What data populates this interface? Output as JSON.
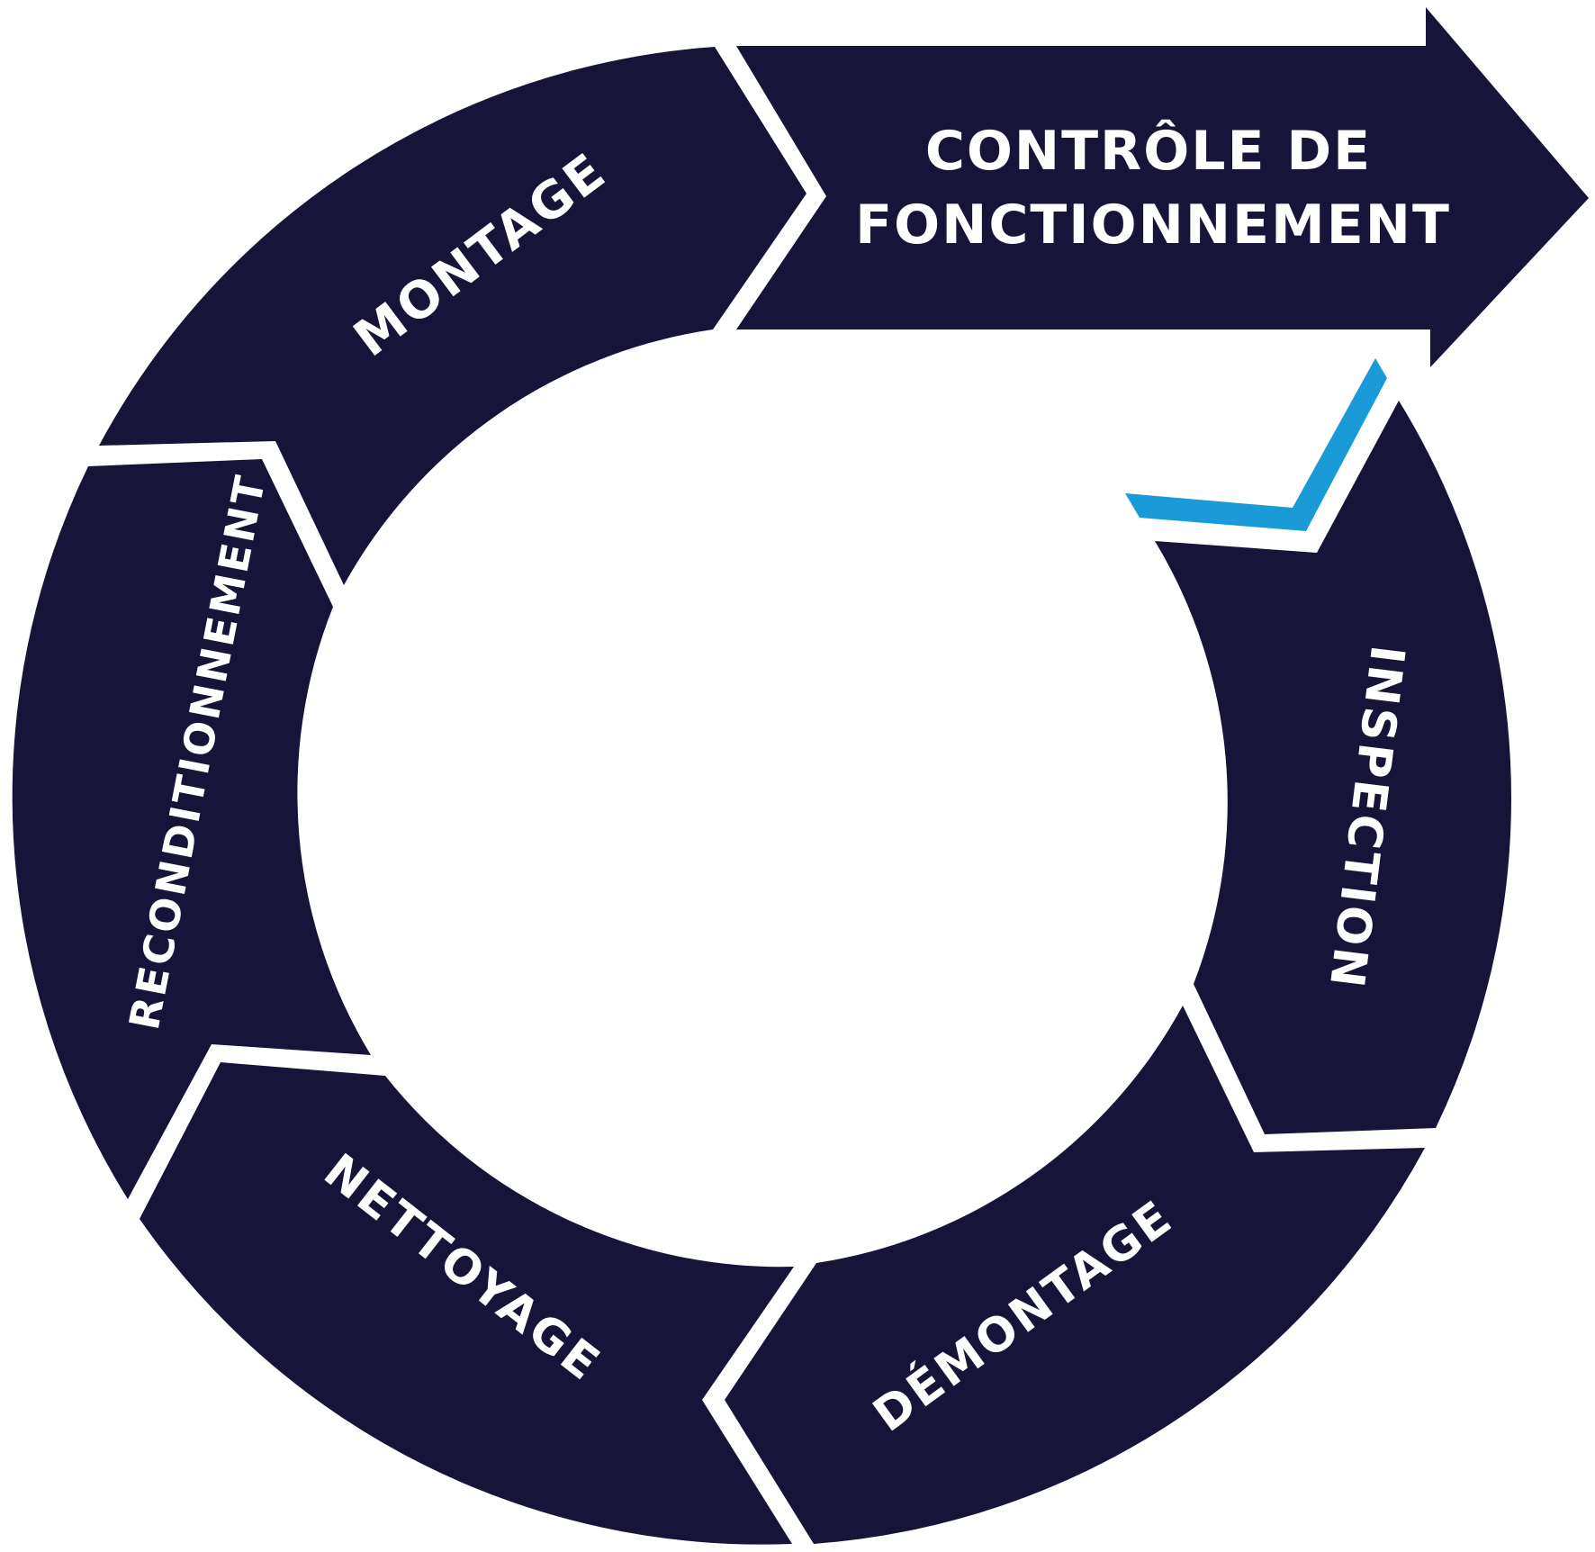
{
  "diagram": {
    "final_step": {
      "line1": "CONTRÔLE DE",
      "line2": "FONCTIONNEMENT"
    },
    "steps": [
      {
        "label": "MONTAGE"
      },
      {
        "label": "RECONDITIONNEMENT"
      },
      {
        "label": "NETTOYAGE"
      },
      {
        "label": "DÉMONTAGE"
      },
      {
        "label": "INSPECTION"
      }
    ],
    "colors": {
      "segment": "#161539",
      "accent": "#1a9ad6",
      "background": "#ffffff",
      "text": "#ffffff"
    }
  }
}
